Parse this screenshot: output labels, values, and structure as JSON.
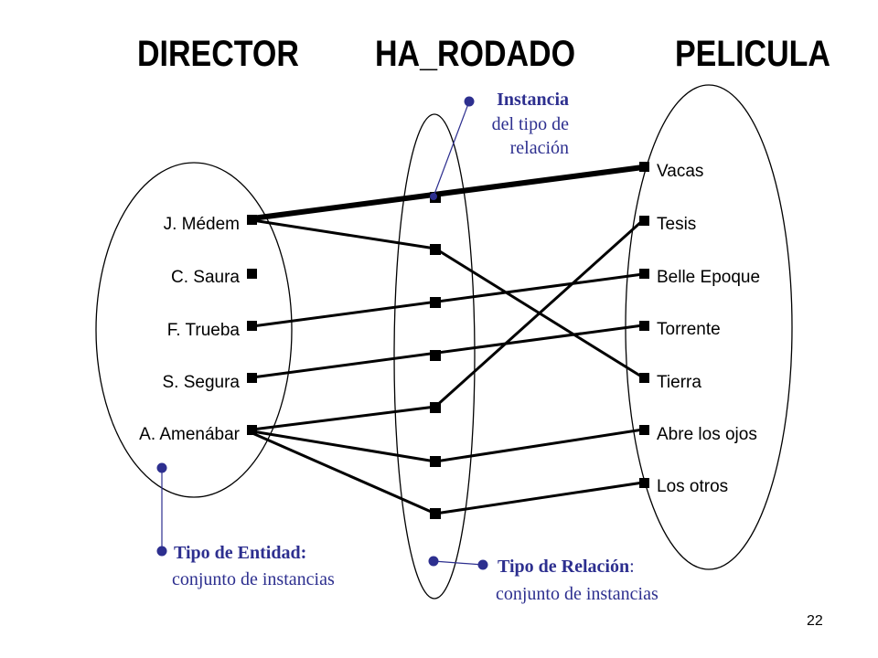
{
  "headers": {
    "director": "DIRECTOR",
    "ha_rodado": "HA_RODADO",
    "pelicula": "PELICULA"
  },
  "directors": [
    "J. Médem",
    "C. Saura",
    "F. Trueba",
    "S. Segura",
    "A. Amenábar"
  ],
  "movies": [
    "Vacas",
    "Tesis",
    "Belle Epoque",
    "Torrente",
    "Tierra",
    "Abre los ojos",
    "Los otros"
  ],
  "annotations": {
    "instancia": {
      "line1": "Instancia",
      "line2": "del tipo de",
      "line3": "relación"
    },
    "entidad": {
      "title": "Tipo de Entidad:",
      "subtitle": "conjunto de instancias"
    },
    "relacion": {
      "title": "Tipo de Relación",
      "colon": ":",
      "subtitle": "conjunto de instancias"
    }
  },
  "page_number": "22",
  "colors": {
    "annotation": "#2d2f8f",
    "ink": "#000000"
  }
}
